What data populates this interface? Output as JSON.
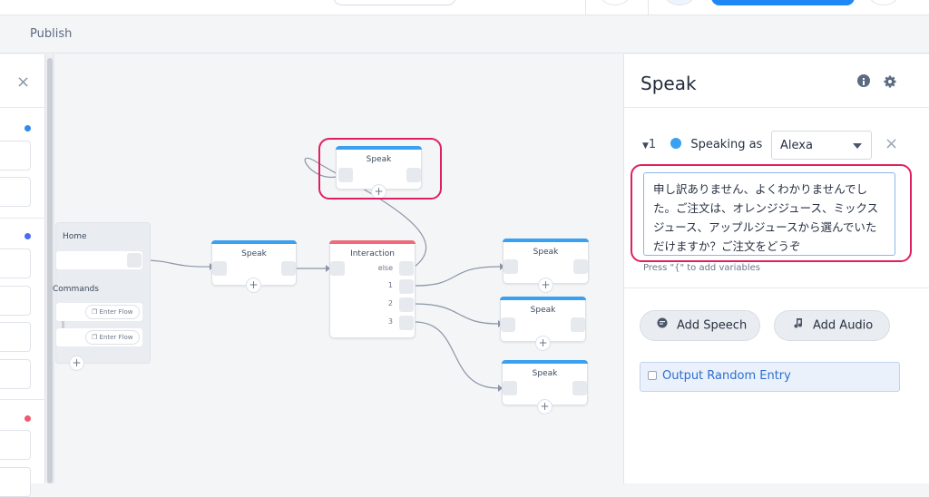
{
  "toolbar": {
    "publish_label": "Publish"
  },
  "sidebar": {
    "close_glyph": "×"
  },
  "canvas": {
    "home_node": {
      "title": "Home",
      "commands_label": "Commands",
      "enter_flow_1": "Enter Flow",
      "enter_flow_2": "Enter Flow",
      "add_glyph": "+"
    },
    "speak_node_top": {
      "title": "Speak",
      "add_glyph": "+"
    },
    "speak_node_left": {
      "title": "Speak",
      "add_glyph": "+"
    },
    "interaction_node": {
      "title": "Interaction",
      "outputs": [
        "else",
        "1",
        "2",
        "3"
      ]
    },
    "speak_node_r1": {
      "title": "Speak",
      "add_glyph": "+"
    },
    "speak_node_r2": {
      "title": "Speak",
      "add_glyph": "+"
    },
    "speak_node_r3": {
      "title": "Speak",
      "add_glyph": "+"
    }
  },
  "panel": {
    "title": "Speak",
    "entry_index": "1",
    "speaking_as_label": "Speaking as",
    "voice_selected": "Alexa",
    "speech_text": "申し訳ありません、よくわかりませんでした。ご注文は、オレンジジュース、ミックスジュース、アップルジュースから選んでいただけますか？ご注文をどうぞ",
    "hint": "Press \"{\" to add variables",
    "add_speech_label": "Add Speech",
    "add_audio_label": "Add Audio",
    "output_random_label": "Output Random Entry",
    "delete_glyph": "×"
  },
  "colors": {
    "speak_bar": "#3aa0f0",
    "interaction_bar": "#ef6b7b",
    "highlight": "#e0205e",
    "primary": "#1e88f5"
  }
}
